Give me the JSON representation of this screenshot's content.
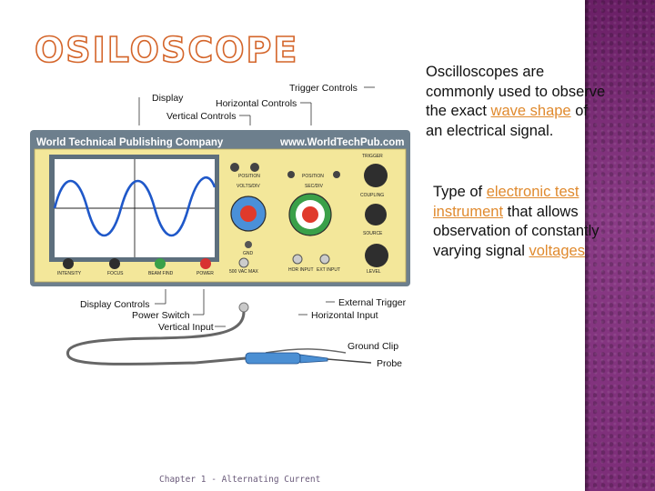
{
  "slide": {
    "title": "OSILOSCOPE",
    "footer": "Chapter 1 - Alternating Current"
  },
  "para1": {
    "a": "Oscilloscopes are commonly used to observe the exact ",
    "link1": "wave shape",
    "b": " of an electrical signal."
  },
  "para2": {
    "a": "Type of ",
    "link1": "electronic test instrument",
    "b": " that allows observation of constantly varying signal ",
    "link2": "voltages"
  },
  "illustration": {
    "callouts": {
      "trigger_controls": "Trigger Controls",
      "display": "Display",
      "horizontal_controls": "Horizontal Controls",
      "vertical_controls": "Vertical Controls",
      "display_controls": "Display Controls",
      "power_switch": "Power Switch",
      "vertical_input": "Vertical Input",
      "external_trigger": "External Trigger",
      "horizontal_input": "Horizontal Input",
      "ground_clip": "Ground Clip",
      "probe": "Probe"
    },
    "panel": {
      "brand": "World Technical Publishing Company",
      "url": "www.WorldTechPub.com",
      "trigger": "TRIGGER",
      "position": "POSITION",
      "volts_div": "VOLTS/DIV",
      "sec_div": "SEC/DIV",
      "coupling": "COUPLING",
      "source": "SOURCE",
      "level": "LEVEL",
      "gnd": "GND",
      "max_label": "500 VAC MAX",
      "hor_input": "HOR INPUT",
      "ext_input": "EXT INPUT",
      "intensity": "INTENSITY",
      "focus": "FOCUS",
      "beam_find": "BEAM FIND",
      "power": "POWER"
    }
  },
  "colors": {
    "title_stroke": "#d4652a",
    "link": "#e08a2e",
    "panel_body": "#f3e79a",
    "panel_frame": "#6d7f8d",
    "screen": "#ffffff",
    "wave": "#1f58c9",
    "deco_band": "#7a2a76"
  }
}
